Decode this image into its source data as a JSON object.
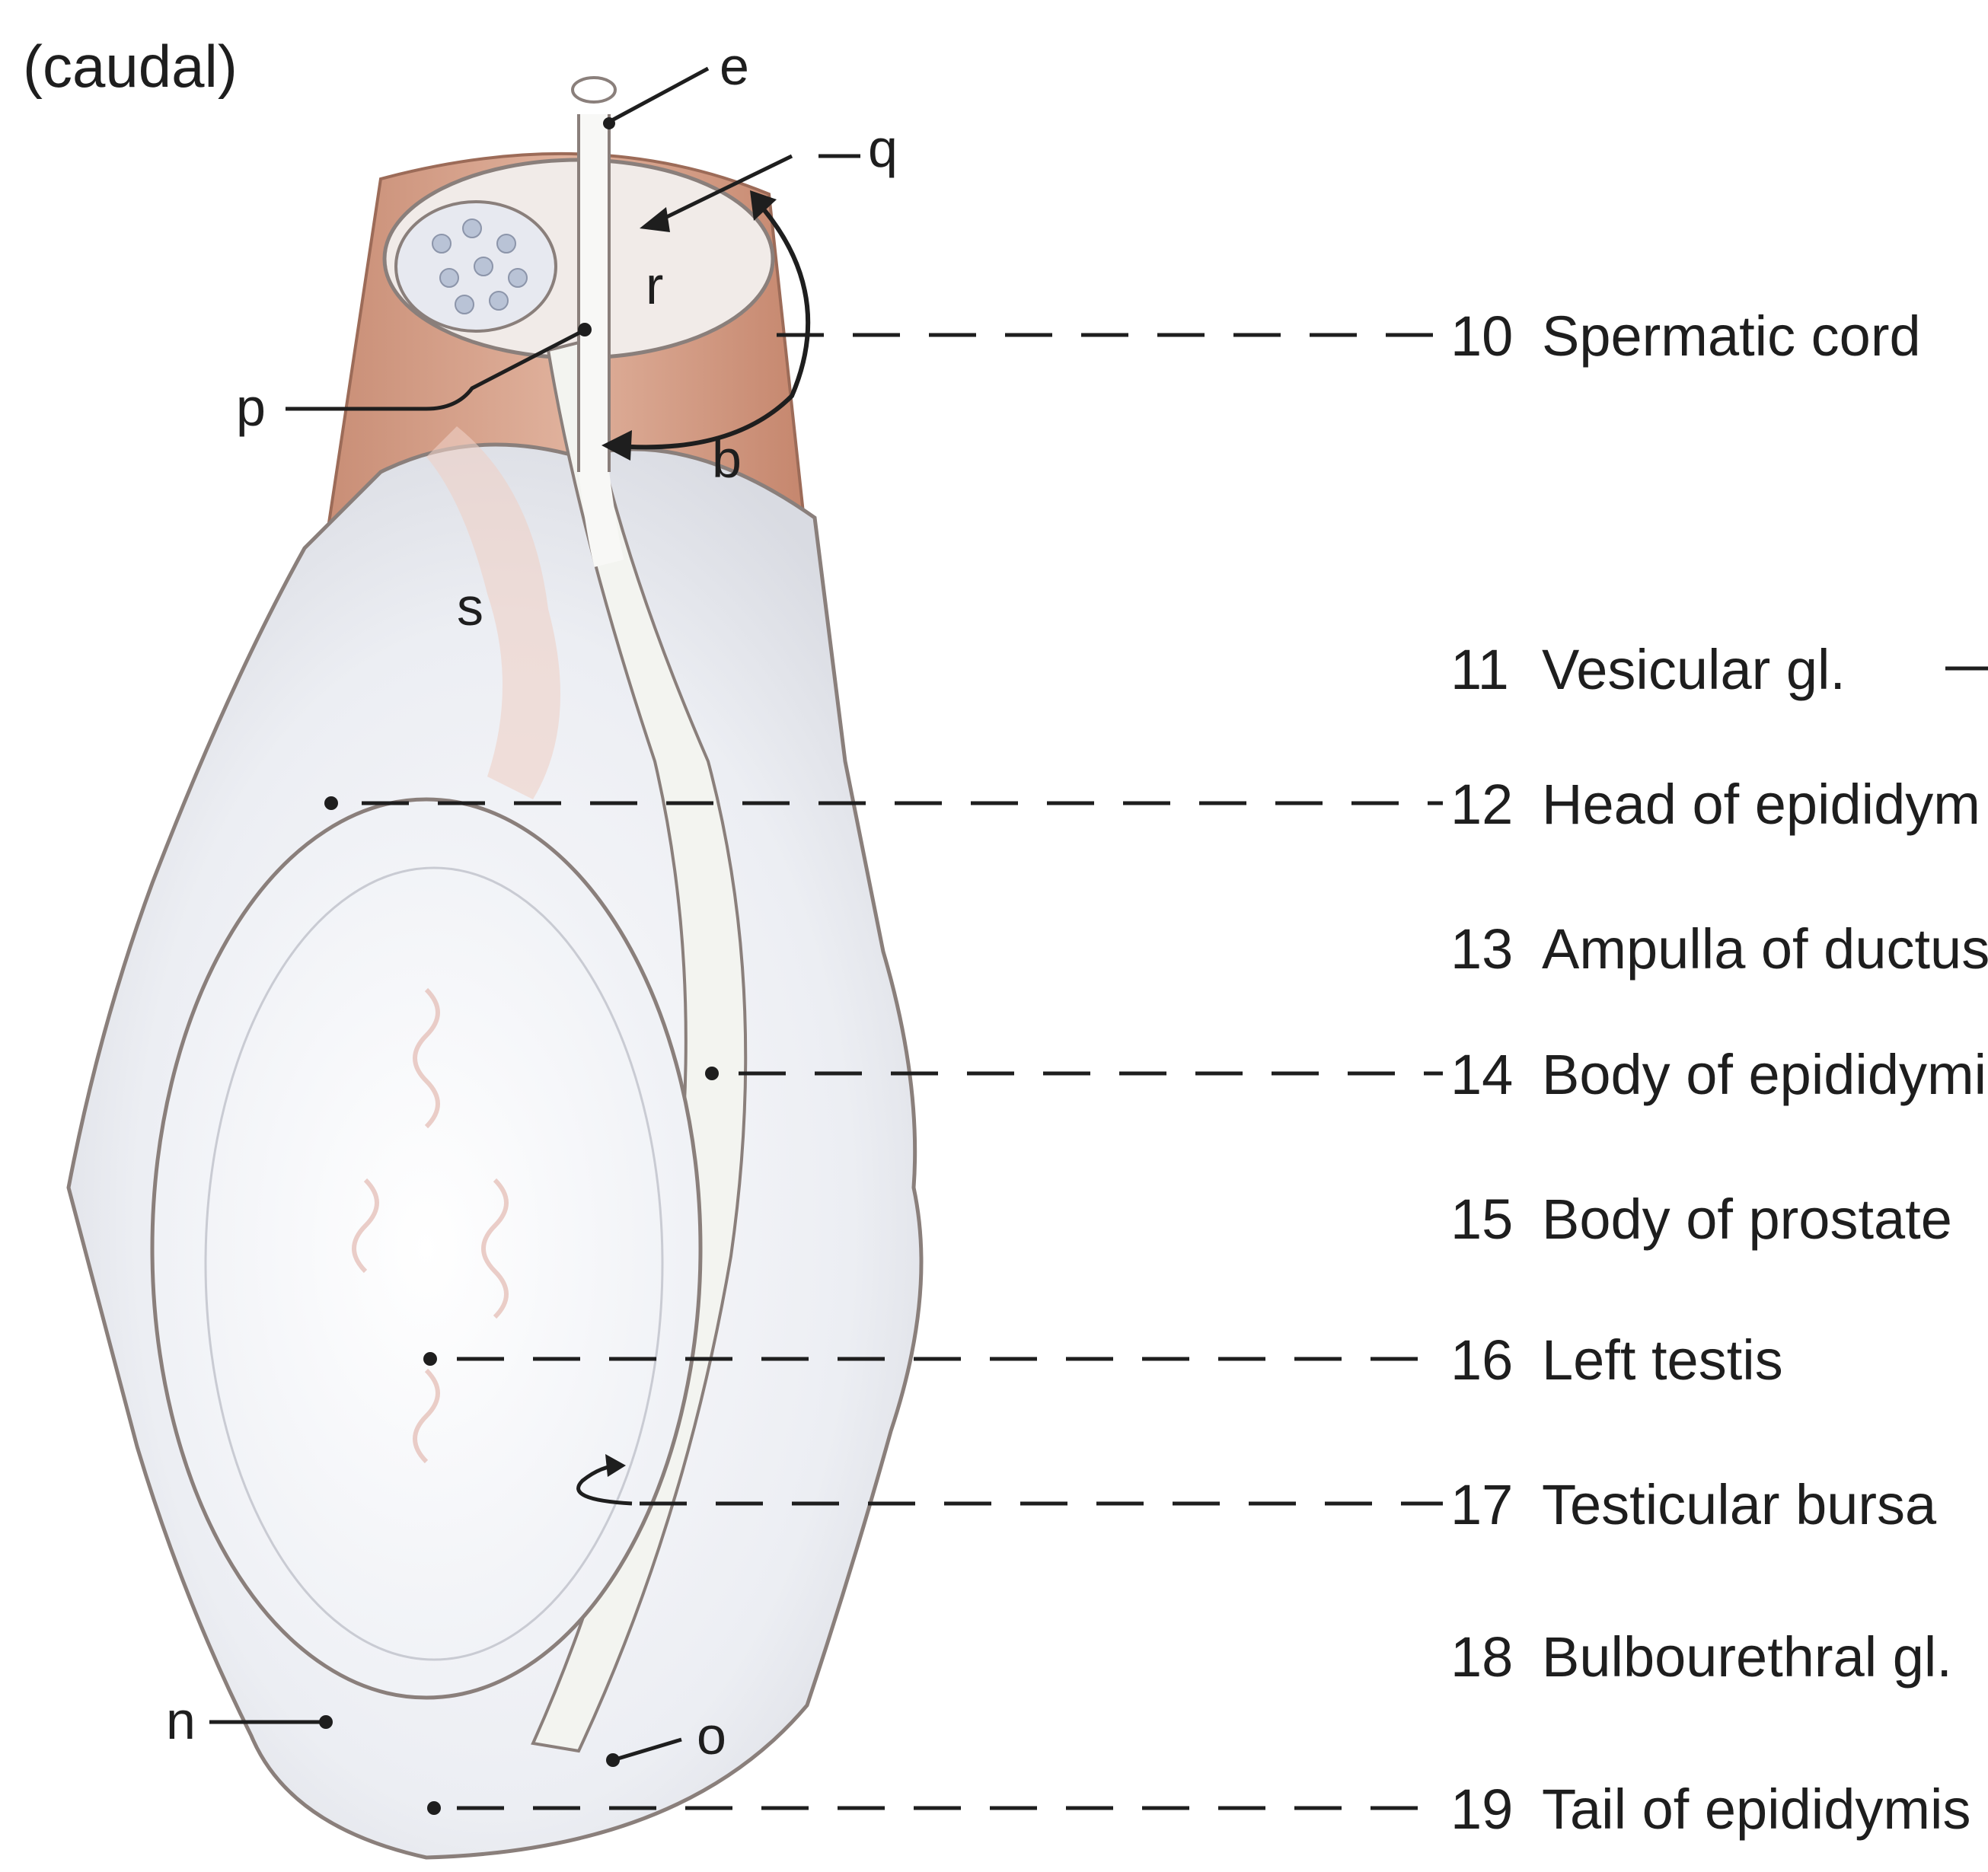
{
  "view_label": "(caudal)",
  "terms": [
    {
      "number": "10",
      "name": "Spermatic cord"
    },
    {
      "number": "11",
      "name": "Vesicular gl."
    },
    {
      "number": "12",
      "name": "Head of epididym"
    },
    {
      "number": "13",
      "name": "Ampulla of ductus"
    },
    {
      "number": "14",
      "name": "Body of epididymi"
    },
    {
      "number": "15",
      "name": "Body of prostate"
    },
    {
      "number": "16",
      "name": "Left testis"
    },
    {
      "number": "17",
      "name": "Testicular bursa"
    },
    {
      "number": "18",
      "name": "Bulbourethral gl."
    },
    {
      "number": "19",
      "name": "Tail of epididymis"
    }
  ],
  "letters": {
    "e": "e",
    "q": "q",
    "r": "r",
    "p": "p",
    "b": "b",
    "s": "s",
    "n": "n",
    "o": "o"
  },
  "colors": {
    "muscle": "#d9a48d",
    "muscle_dark": "#b57a63",
    "tunic": "#eef0f4",
    "testis": "#f7f7fa",
    "outline": "#7d6f6a",
    "leader": "#1e1e1e"
  }
}
